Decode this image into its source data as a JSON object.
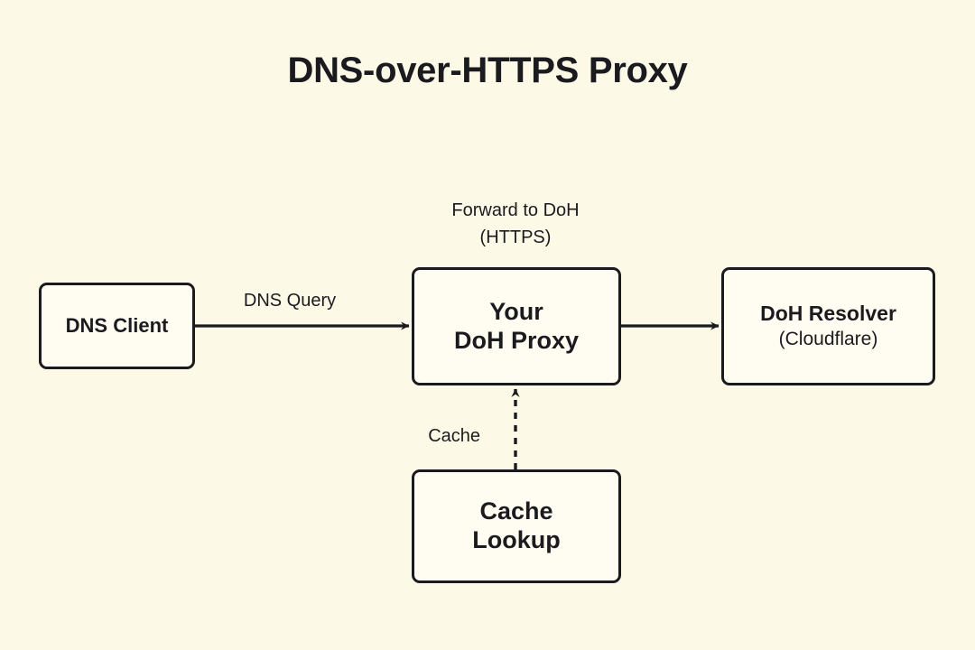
{
  "diagram": {
    "title": "DNS-over-HTTPS Proxy",
    "background_color": "#fdf9e7",
    "node_fill_color": "#fffdf2",
    "stroke_color": "#1b1b1f",
    "nodes": [
      {
        "id": "client",
        "primary": "DNS Client",
        "secondary": ""
      },
      {
        "id": "proxy",
        "primary": "Your\nDoH Proxy",
        "secondary": ""
      },
      {
        "id": "resolver",
        "primary": "DoH Resolver",
        "secondary": "(Cloudflare)"
      },
      {
        "id": "cache",
        "primary": "Cache\nLookup",
        "secondary": ""
      }
    ],
    "edges": [
      {
        "id": "client-to-proxy",
        "from": "client",
        "to": "proxy",
        "label": "DNS Query",
        "style": "solid",
        "direction": "right"
      },
      {
        "id": "proxy-to-resolver",
        "from": "proxy",
        "to": "resolver",
        "label": "Forward to DoH\n(HTTPS)",
        "style": "solid",
        "direction": "right"
      },
      {
        "id": "cache-to-proxy",
        "from": "cache",
        "to": "proxy",
        "label": "Cache",
        "style": "dashed",
        "direction": "up"
      }
    ]
  }
}
